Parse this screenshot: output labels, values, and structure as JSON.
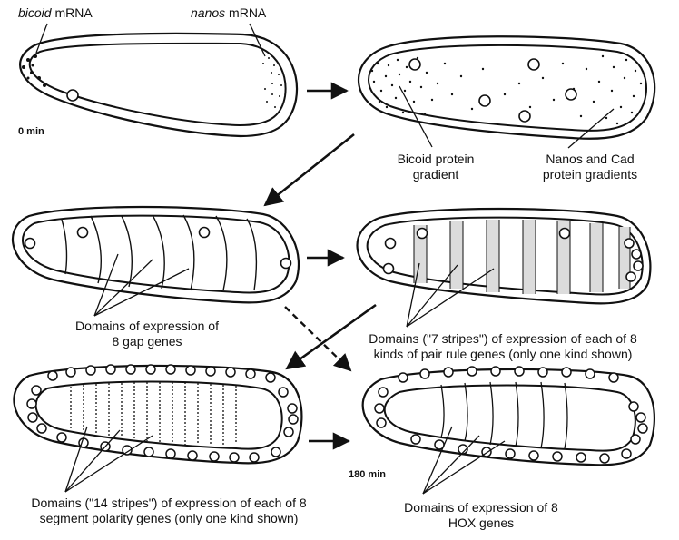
{
  "labels": {
    "bicoid_gene": "bicoid",
    "bicoid_suffix": " mRNA",
    "nanos_gene": "nanos",
    "nanos_suffix": " mRNA",
    "time_start": "0 min",
    "bicoid_gradient_line1": "Bicoid protein",
    "bicoid_gradient_line2": "gradient",
    "nanos_cad_line1": "Nanos and Cad",
    "nanos_cad_line2": "protein gradients",
    "gap_line1": "Domains of expression of",
    "gap_line2": "8 gap genes",
    "pair_rule_line1": "Domains (\"7 stripes\") of expression of each of 8",
    "pair_rule_line2": "kinds of pair rule genes (only one kind shown)",
    "segment_polarity_line1": "Domains (\"14 stripes\") of expression of each of 8",
    "segment_polarity_line2": "segment polarity genes (only one kind shown)",
    "time_end": "180 min",
    "hox_line1": "Domains of expression of 8",
    "hox_line2": "HOX genes"
  },
  "colors": {
    "ink": "#111111",
    "background": "#ffffff"
  }
}
